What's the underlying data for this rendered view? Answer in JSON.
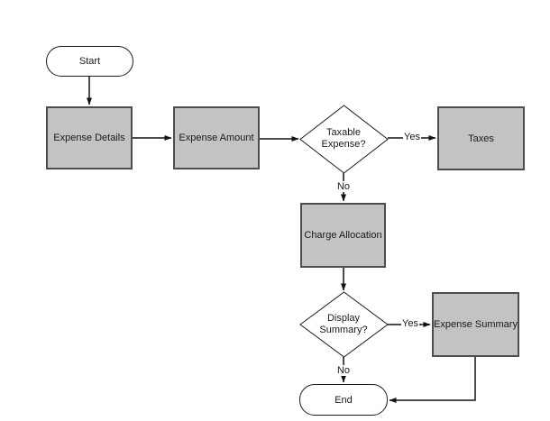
{
  "diagram": {
    "nodes": {
      "start": {
        "type": "terminator",
        "label": "Start"
      },
      "expense_details": {
        "type": "process",
        "label": "Expense Details"
      },
      "expense_amount": {
        "type": "process",
        "label": "Expense Amount"
      },
      "taxable_expense": {
        "type": "decision",
        "label": "Taxable Expense?"
      },
      "taxes": {
        "type": "process",
        "label": "Taxes"
      },
      "charge_allocation": {
        "type": "process",
        "label": "Charge Allocation"
      },
      "display_summary": {
        "type": "decision",
        "label": "Display Summary?"
      },
      "expense_summary": {
        "type": "process",
        "label": "Expense Summary"
      },
      "end": {
        "type": "terminator",
        "label": "End"
      }
    },
    "edge_labels": {
      "taxable_yes": "Yes",
      "taxable_no": "No",
      "display_yes": "Yes",
      "display_no": "No"
    },
    "colors": {
      "background": "#ffffff",
      "process_fill": "#c3c3c3",
      "process_border": "#4d4d4d",
      "shape_fill": "#ffffff",
      "shape_border": "#1a1a1a",
      "connector": "#111111",
      "text": "#1a1a1a"
    }
  }
}
